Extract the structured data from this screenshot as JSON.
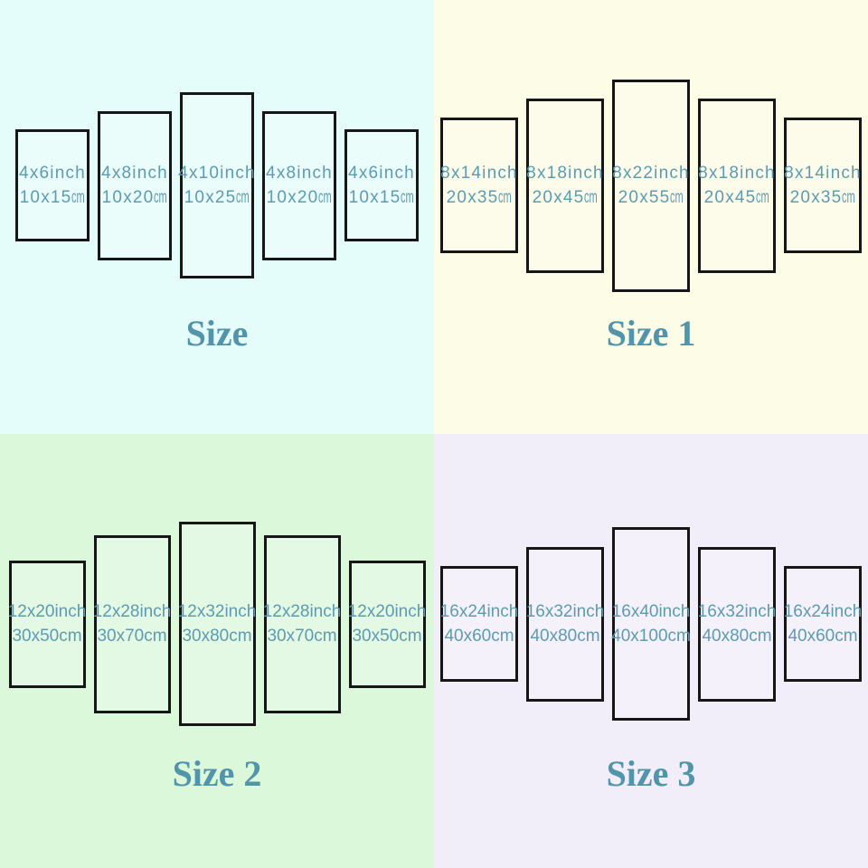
{
  "theme": {
    "title_color": "#5295aa",
    "panel_text_color": "#5d9bb0",
    "panel_border_color": "#161616"
  },
  "quadrants": [
    {
      "title": "Size",
      "bg": "#e5fdfa",
      "unit_condensed": true,
      "panels": [
        {
          "inch": "4x6inch",
          "cm": "10x15cm"
        },
        {
          "inch": "4x8inch",
          "cm": "10x20cm"
        },
        {
          "inch": "4x10inch",
          "cm": "10x25cm"
        },
        {
          "inch": "4x8inch",
          "cm": "10x20cm"
        },
        {
          "inch": "4x6inch",
          "cm": "10x15cm"
        }
      ]
    },
    {
      "title": "Size 1",
      "bg": "#fdfce6",
      "unit_condensed": true,
      "panels": [
        {
          "inch": "8x14inch",
          "cm": "20x35cm"
        },
        {
          "inch": "8x18inch",
          "cm": "20x45cm"
        },
        {
          "inch": "8x22inch",
          "cm": "20x55cm"
        },
        {
          "inch": "8x18inch",
          "cm": "20x45cm"
        },
        {
          "inch": "8x14inch",
          "cm": "20x35cm"
        }
      ]
    },
    {
      "title": "Size 2",
      "bg": "#dcf8db",
      "unit_condensed": false,
      "panels": [
        {
          "inch": "12x20inch",
          "cm": "30x50cm"
        },
        {
          "inch": "12x28inch",
          "cm": "30x70cm"
        },
        {
          "inch": "12x32inch",
          "cm": "30x80cm"
        },
        {
          "inch": "12x28inch",
          "cm": "30x70cm"
        },
        {
          "inch": "12x20inch",
          "cm": "30x50cm"
        }
      ]
    },
    {
      "title": "Size 3",
      "bg": "#f2eef9",
      "unit_condensed": false,
      "panels": [
        {
          "inch": "16x24inch",
          "cm": "40x60cm"
        },
        {
          "inch": "16x32inch",
          "cm": "40x80cm"
        },
        {
          "inch": "16x40inch",
          "cm": "40x100cm"
        },
        {
          "inch": "16x32inch",
          "cm": "40x80cm"
        },
        {
          "inch": "16x24inch",
          "cm": "40x60cm"
        }
      ]
    }
  ]
}
